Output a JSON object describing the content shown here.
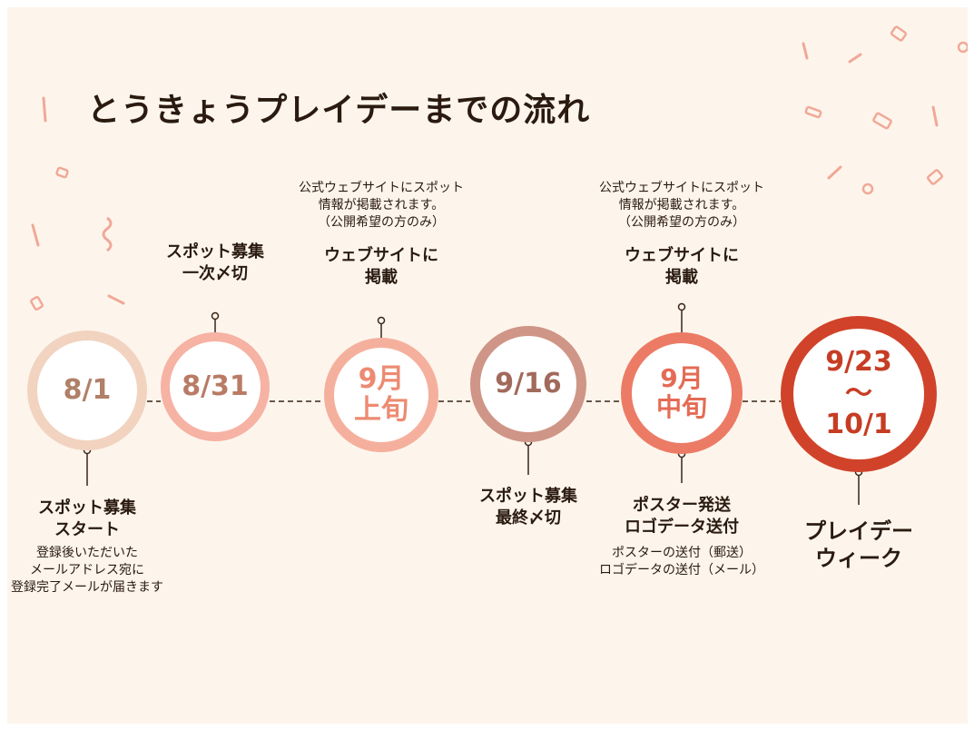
{
  "title": "とうきょうプレイデーまでの流れ",
  "colors": {
    "background": "#fdf5ec",
    "text": "#2a1a10",
    "milestone_1": "#f1d3c0",
    "milestone_2": "#f6b2a3",
    "milestone_3": "#f5b09d",
    "milestone_4": "#cf9586",
    "milestone_5": "#ec7b66",
    "milestone_6": "#d0432a"
  },
  "milestones": [
    {
      "date": "8/1",
      "date_color": "#b08068",
      "ring_color": "#f1d3c0",
      "below_heading": "スポット募集\nスタート",
      "below_note": "登録後いただいた\nメールアドレス宛に\n登録完了メールが届きます"
    },
    {
      "date": "8/31",
      "date_color": "#b97b66",
      "ring_color": "#f6b2a3",
      "above_heading": "スポット募集\n一次〆切"
    },
    {
      "date": "9月\n上旬",
      "date_color": "#ec8b72",
      "ring_color": "#f5b09d",
      "above_note": "公式ウェブサイトにスポット\n情報が掲載されます。\n（公開希望の方のみ）",
      "above_heading": "ウェブサイトに\n掲載"
    },
    {
      "date": "9/16",
      "date_color": "#a16a5c",
      "ring_color": "#cf9586",
      "below_heading": "スポット募集\n最終〆切"
    },
    {
      "date": "9月\n中旬",
      "date_color": "#e46b55",
      "ring_color": "#ec7b66",
      "above_note": "公式ウェブサイトにスポット\n情報が掲載されます。\n（公開希望の方のみ）",
      "above_heading": "ウェブサイトに\n掲載",
      "below_heading": "ポスター発送\nロゴデータ送付",
      "below_note": "ポスターの送付（郵送）\nロゴデータの送付（メール）"
    },
    {
      "date": "9/23\n〜\n10/1",
      "date_color": "#c63d24",
      "ring_color": "#d0432a",
      "below_heading": "プレイデー\nウィーク"
    }
  ]
}
